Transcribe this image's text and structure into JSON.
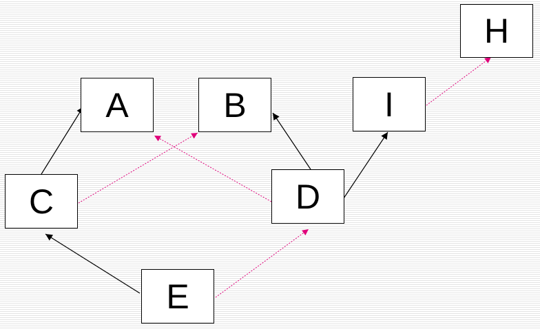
{
  "diagram": {
    "nodes": [
      {
        "id": "A",
        "label": "A"
      },
      {
        "id": "B",
        "label": "B"
      },
      {
        "id": "C",
        "label": "C"
      },
      {
        "id": "D",
        "label": "D"
      },
      {
        "id": "E",
        "label": "E"
      },
      {
        "id": "H",
        "label": "H"
      },
      {
        "id": "I",
        "label": "I"
      }
    ],
    "edges": [
      {
        "from": "C",
        "to": "A",
        "style": "solid"
      },
      {
        "from": "E",
        "to": "C",
        "style": "solid"
      },
      {
        "from": "D",
        "to": "B",
        "style": "solid"
      },
      {
        "from": "D",
        "to": "I",
        "style": "solid"
      },
      {
        "from": "C",
        "to": "B",
        "style": "dotted"
      },
      {
        "from": "D",
        "to": "A",
        "style": "dotted"
      },
      {
        "from": "E",
        "to": "D",
        "style": "dotted"
      },
      {
        "from": "I",
        "to": "H",
        "style": "dotted"
      }
    ]
  },
  "colors": {
    "solid_edge": "#000000",
    "dotted_edge": "#e0007a",
    "node_border": "#000000",
    "node_fill": "#ffffff"
  }
}
